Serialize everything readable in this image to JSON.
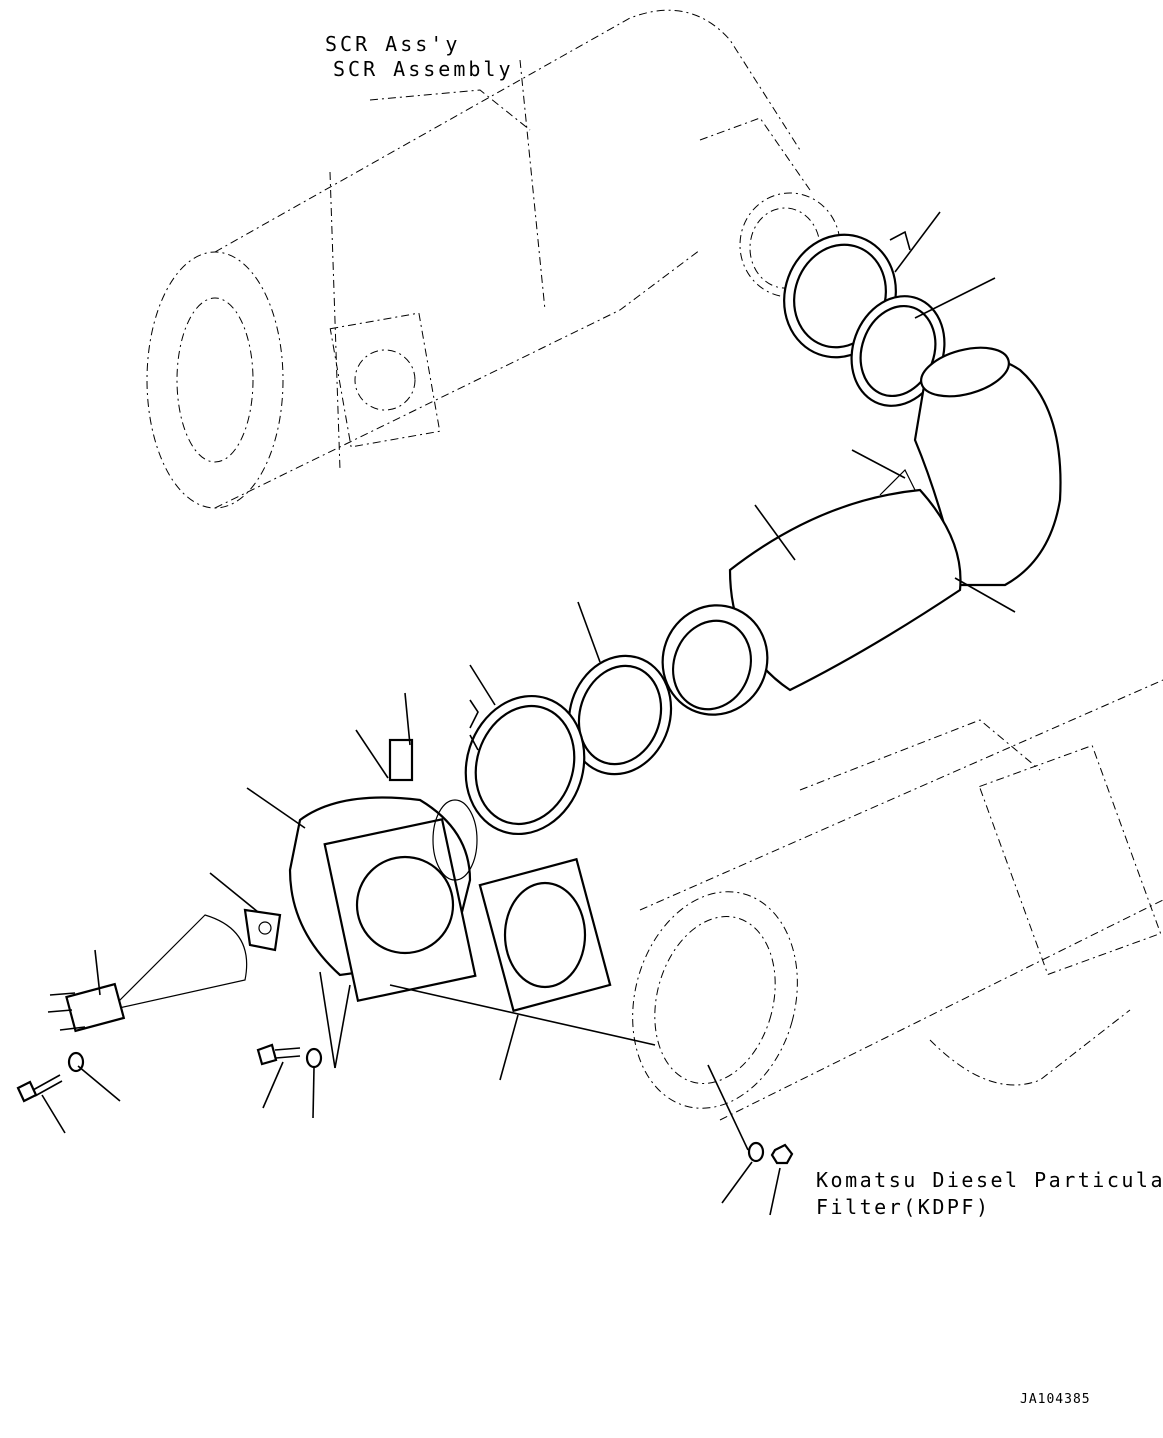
{
  "labels": {
    "scr_line1": "SCR Ass'y",
    "scr_line2": "SCR Assembly",
    "kdpf_line1": "Komatsu Diesel Particulate",
    "kdpf_line2": "Filter(KDPF)",
    "drawing_code": "JA104385"
  },
  "colors": {
    "line": "#000000",
    "background": "#ffffff"
  }
}
